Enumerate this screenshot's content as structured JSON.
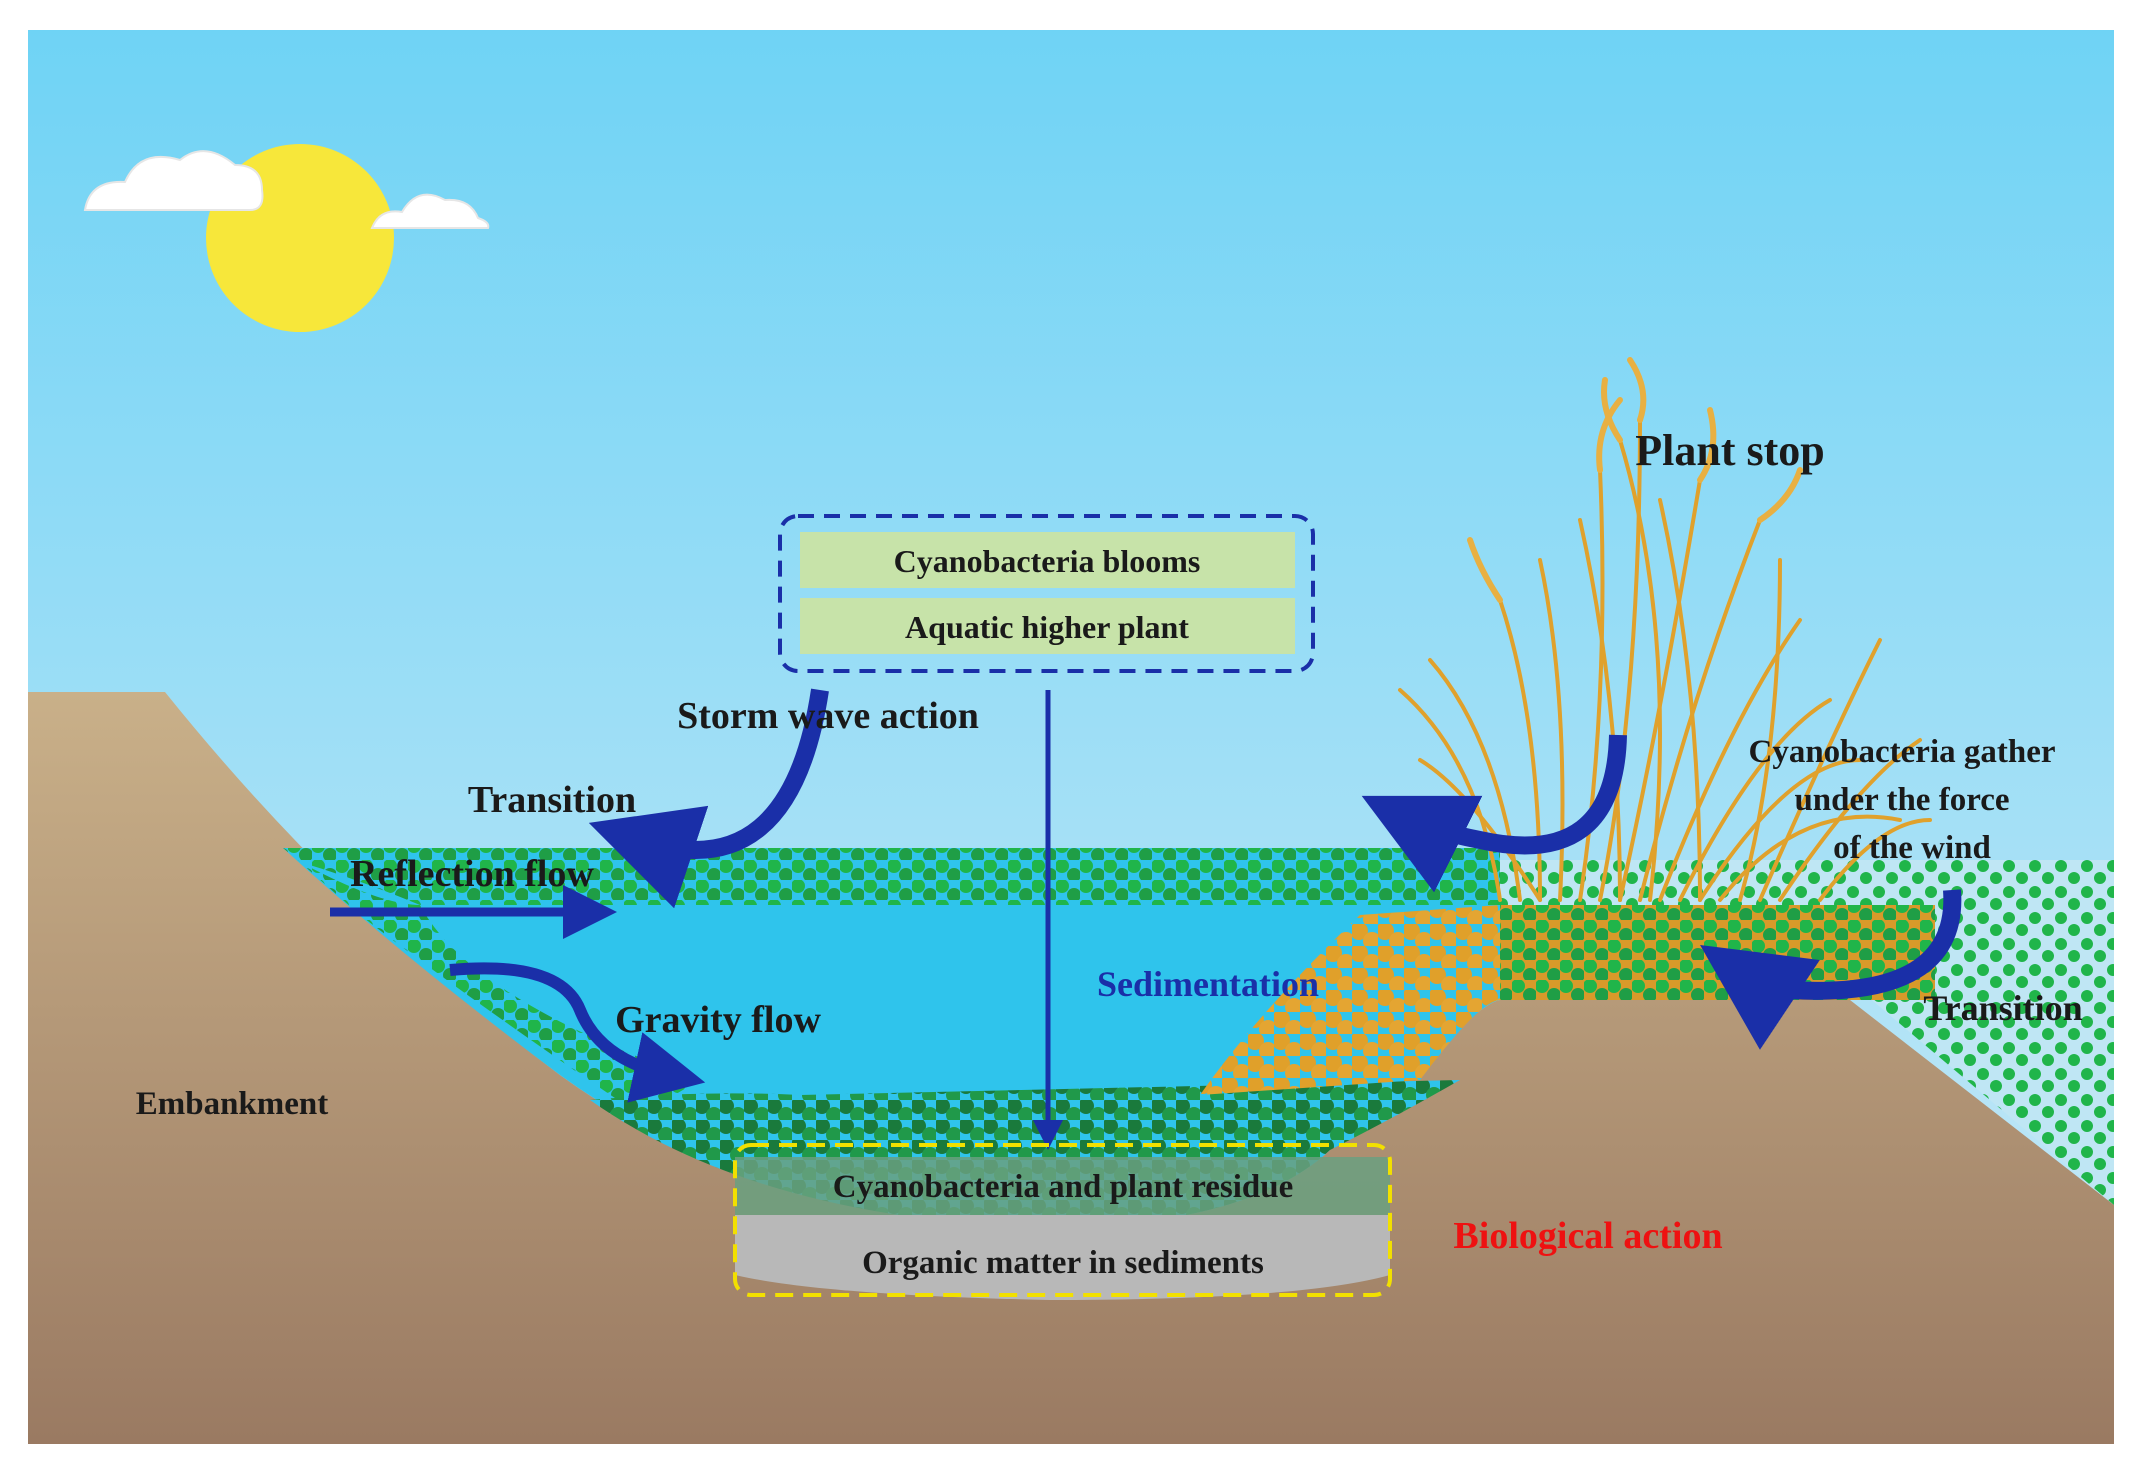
{
  "labels": {
    "plant_stop": "Plant stop",
    "box_top_1": "Cyanobacteria blooms",
    "box_top_2": "Aquatic higher plant",
    "storm_wave": "Storm wave action",
    "transition_left": "Transition",
    "reflection_flow": "Reflection flow",
    "gravity_flow": "Gravity flow",
    "sedimentation": "Sedimentation",
    "gather_1": "Cyanobacteria gather",
    "gather_2": "under the force",
    "gather_3": "of the wind",
    "transition_right": "Transition",
    "embankment": "Embankment",
    "residue": "Cyanobacteria and plant residue",
    "organic": "Organic matter in sediments",
    "biological": "Biological action"
  },
  "colors": {
    "sky_top": "#6fd3f5",
    "sky_bottom": "#cdeaf7",
    "sun": "#f7e73a",
    "ground_top": "#c9b089",
    "ground_bottom": "#9a7a62",
    "water": "#2fc4ec",
    "algae_green": "#20b54a",
    "algae_dark": "#1a7a3c",
    "algae_orange": "#e0a02a",
    "reed": "#e0a12c",
    "arrow": "#1a2fa8",
    "box_fill": "#c7e3a9",
    "blue_dash": "#1a2fa8",
    "yellow_dash": "#f2e000",
    "biological": "#ee1111"
  }
}
